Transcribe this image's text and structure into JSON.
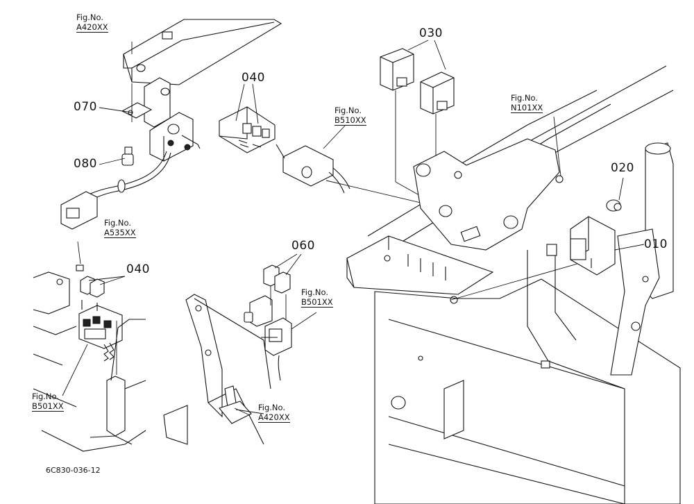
{
  "parts": {
    "p010": "010",
    "p020": "020",
    "p030": "030",
    "p040_top": "040",
    "p040_left": "040",
    "p060": "060",
    "p070": "070",
    "p080": "080"
  },
  "figrefs": {
    "a420_top": {
      "prefix": "Fig.No.",
      "code": "A420XX"
    },
    "b510": {
      "prefix": "Fig.No.",
      "code": "B510XX"
    },
    "n101": {
      "prefix": "Fig.No.",
      "code": "N101XX"
    },
    "a535": {
      "prefix": "Fig.No.",
      "code": "A535XX"
    },
    "b501_mid": {
      "prefix": "Fig.No.",
      "code": "B501XX"
    },
    "b501_left": {
      "prefix": "Fig.No.",
      "code": "B501XX"
    },
    "a420_bottom": {
      "prefix": "Fig.No.",
      "code": "A420XX"
    }
  },
  "diagram_code": "6C830-036-12"
}
